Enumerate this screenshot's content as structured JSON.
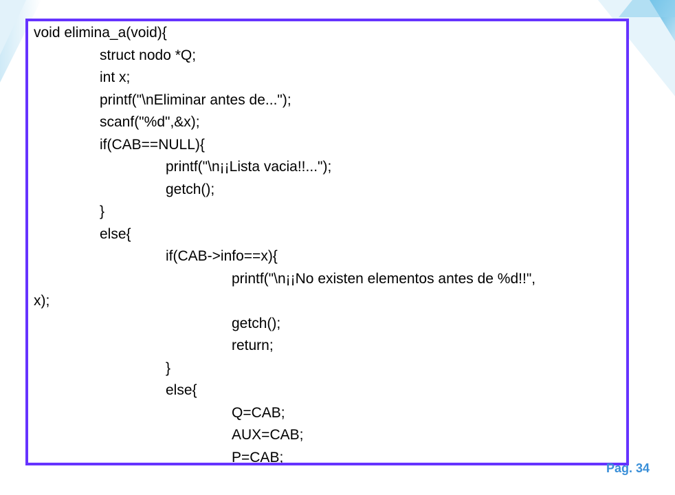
{
  "slide": {
    "page_number": "Pag. 34",
    "code_lines": [
      {
        "text": "void elimina_a(void){",
        "indent": 0
      },
      {
        "text": "struct nodo *Q;",
        "indent": 1
      },
      {
        "text": "int x;",
        "indent": 1
      },
      {
        "text": "printf(\"\\nEliminar antes de...\");",
        "indent": 1
      },
      {
        "text": "scanf(\"%d\",&x);",
        "indent": 1
      },
      {
        "text": "if(CAB==NULL){",
        "indent": 1
      },
      {
        "text": "printf(\"\\n¡¡Lista vacia!!...\");",
        "indent": 2
      },
      {
        "text": "getch();",
        "indent": 2
      },
      {
        "text": "}",
        "indent": 1
      },
      {
        "text": "else{",
        "indent": 1
      },
      {
        "text": "if(CAB->info==x){",
        "indent": 2
      },
      {
        "text": "printf(\"\\n¡¡No existen elementos antes de %d!!\",",
        "indent": 3
      },
      {
        "text": "x);",
        "indent": 0
      },
      {
        "text": "getch();",
        "indent": 3
      },
      {
        "text": "return;",
        "indent": 3
      },
      {
        "text": "}",
        "indent": 2
      },
      {
        "text": "else{",
        "indent": 2
      },
      {
        "text": "Q=CAB;",
        "indent": 3
      },
      {
        "text": "AUX=CAB;",
        "indent": 3
      },
      {
        "text": "P=CAB;",
        "indent": 3
      }
    ]
  }
}
